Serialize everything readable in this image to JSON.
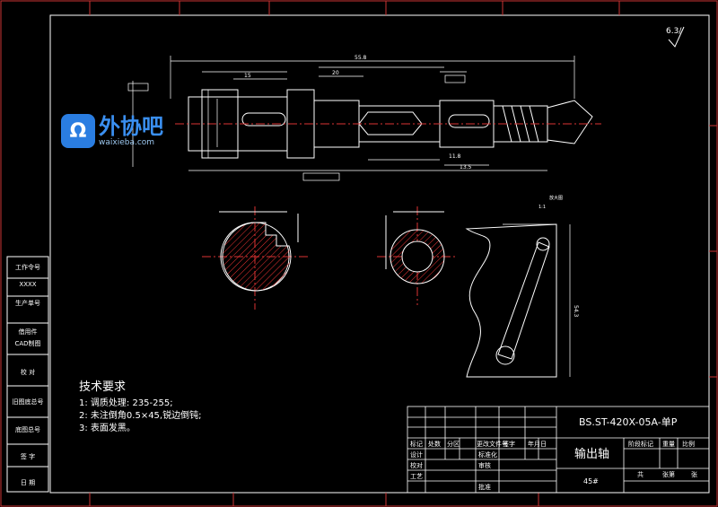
{
  "side_labels": [
    "工作令号",
    "XXXX",
    "生产单号",
    "借用件",
    "CAD制图",
    "校 对",
    "旧图底总号",
    "底图总号",
    "签 字",
    "日 期"
  ],
  "tech_notes": {
    "title": "技术要求",
    "items": [
      "1: 调质处理: 235-255;",
      "2: 未注倒角0.5×45,锐边倒钝;",
      "3: 表面发黑。"
    ]
  },
  "title_block": {
    "drawing_no": "BS.ST-420X-05A-单P",
    "part_name": "输出轴",
    "material": "45#",
    "headers": [
      "标记",
      "处数",
      "分区",
      "更改文件号",
      "签字",
      "年月日"
    ],
    "row_labels": [
      "设计",
      "标准化",
      "校对",
      "审核",
      "工艺",
      "批准"
    ],
    "stage_labels": [
      "阶段标记",
      "重量",
      "比例"
    ],
    "sheet": [
      "共",
      "张第",
      "张"
    ]
  },
  "corner_mark": "6.3/",
  "section_view_label": "放大图",
  "section_view_scale": "1:1",
  "dims": {
    "overall": "55.8",
    "d1": "13.5",
    "d2": "11.8",
    "d3": "54.3",
    "d4": "15",
    "d5": "20"
  },
  "watermark": {
    "brand": "外协吧",
    "url": "waixieba.com"
  }
}
